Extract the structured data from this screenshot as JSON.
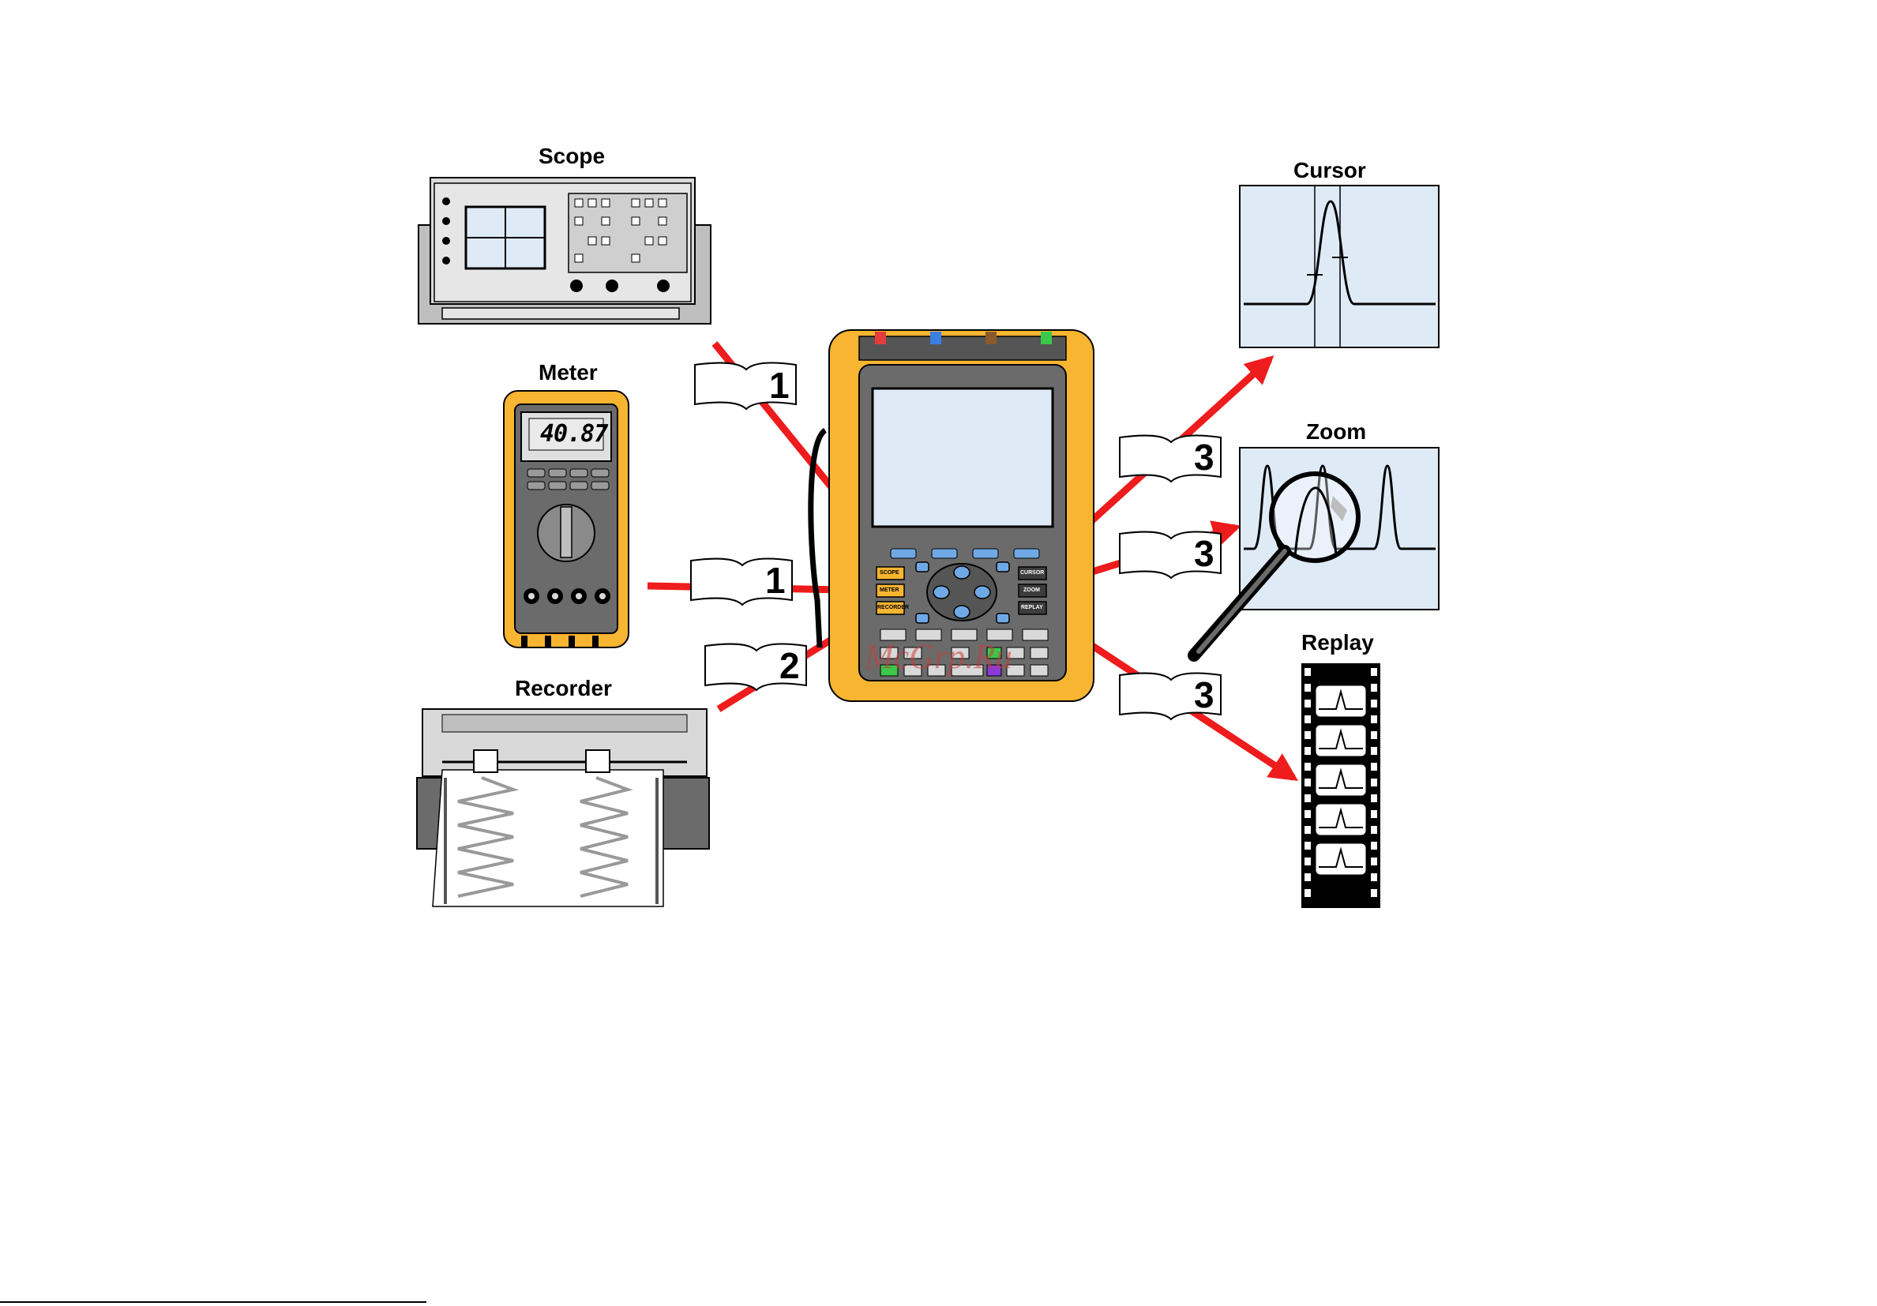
{
  "labels": {
    "scope": "Scope",
    "meter": "Meter",
    "recorder": "Recorder",
    "cursor": "Cursor",
    "zoom": "Zoom",
    "replay": "Replay"
  },
  "meter_display": "40.87",
  "steps": {
    "scope_step": "1",
    "meter_step": "1",
    "recorder_step": "2",
    "cursor_step": "3",
    "zoom_step": "3",
    "replay_step": "3"
  },
  "device_keys": {
    "scope": "SCOPE",
    "meter": "METER",
    "recorder": "RECORDER",
    "cursor": "CURSOR",
    "zoom": "ZOOM",
    "replay": "REPLAY"
  },
  "watermark": "McGrp.Ru",
  "colors": {
    "arrow": "#ee1c1c",
    "device_yellow": "#f7b531",
    "panel_blue": "#dfeaf7",
    "dark_gray": "#6b6b6b"
  }
}
